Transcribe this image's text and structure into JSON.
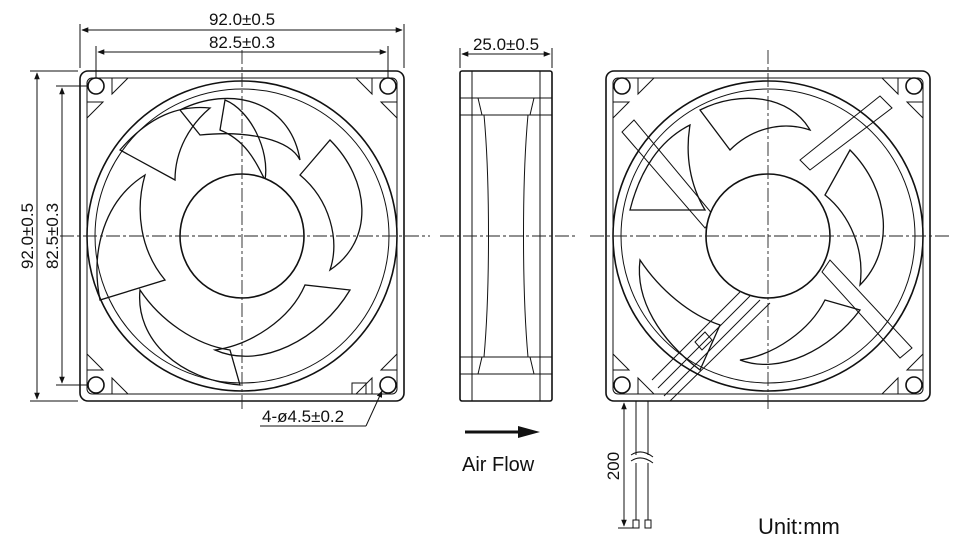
{
  "dimensions": {
    "overall_width": "92.0±0.5",
    "hole_pitch_width": "82.5±0.3",
    "overall_height": "92.0±0.5",
    "hole_pitch_height": "82.5±0.3",
    "thickness": "25.0±0.5",
    "mounting_holes": "4-ø4.5±0.2",
    "lead_length": "200"
  },
  "labels": {
    "air_flow": "Air Flow",
    "unit": "Unit:mm"
  }
}
